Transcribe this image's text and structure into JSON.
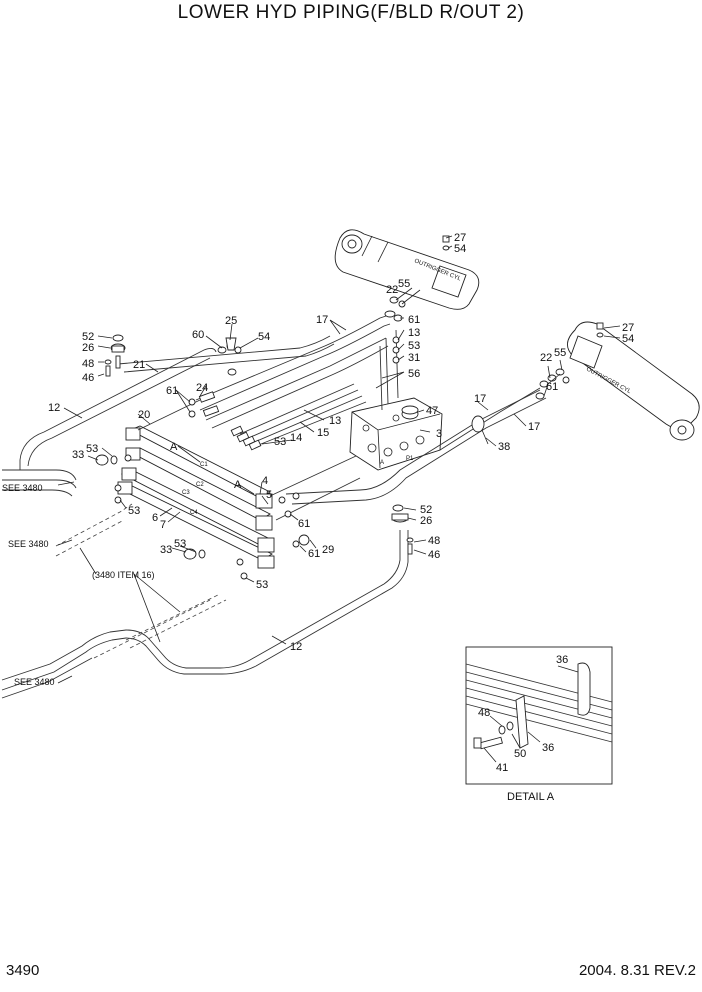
{
  "title": "LOWER HYD PIPING(F/BLD R/OUT 2)",
  "page_number": "3490",
  "rev_info": "2004. 8.31  REV.2",
  "detail_label": "DETAIL  A",
  "refs": {
    "see_3480": "SEE 3480",
    "item16": "(3480 ITEM 16)"
  },
  "cyl_labels": {
    "left": "OUTRIGGER CYL",
    "right": "OUTRIGGER CYL"
  },
  "callouts": {
    "c27a": "27",
    "c54a": "54",
    "c22a": "22",
    "c55a": "55",
    "c61a": "61",
    "c17a": "17",
    "c13a": "13",
    "c53a": "53",
    "c31": "31",
    "c56": "56",
    "c25": "25",
    "c60": "60",
    "c54b": "54",
    "c52a": "52",
    "c26a": "26",
    "c48a": "48",
    "c46a": "46",
    "c21": "21",
    "c12a": "12",
    "c24": "24",
    "c61b": "61",
    "c20": "20",
    "c33a": "33",
    "c53b": "53",
    "cA1": "A",
    "c13b": "13",
    "c15": "15",
    "c14": "14",
    "c53c": "53",
    "c47": "47",
    "c3": "3",
    "c38": "38",
    "c17b": "17",
    "c17c": "17",
    "c27b": "27",
    "c54c": "54",
    "c22b": "22",
    "c55b": "55",
    "c61c": "61",
    "cA2": "A",
    "c4": "4",
    "c5": "5",
    "c53d": "53",
    "c6": "6",
    "c7": "7",
    "c52b": "52",
    "c26b": "26",
    "c61d": "61",
    "c48b": "48",
    "c46b": "46",
    "c33b": "33",
    "c53e": "53",
    "c61e": "61",
    "c29": "29",
    "c53f": "53",
    "c12b": "12",
    "c36a": "36",
    "c48c": "48",
    "c50": "50",
    "c36b": "36",
    "c41": "41"
  }
}
